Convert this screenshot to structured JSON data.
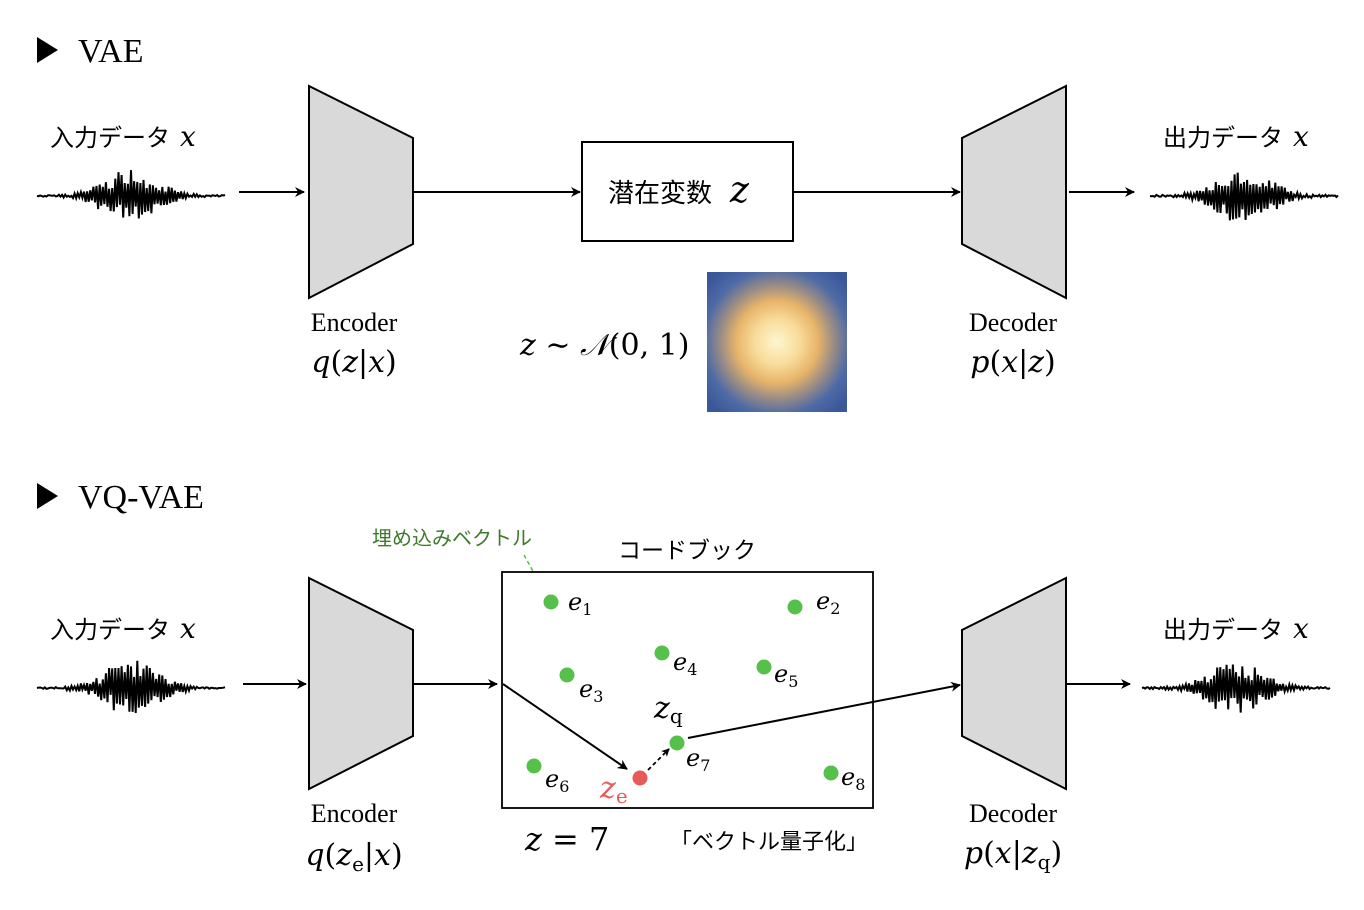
{
  "vae": {
    "title": "VAE",
    "input_label": "入力データ",
    "input_var": "x",
    "output_label": "出力データ",
    "output_var": "x",
    "latent_label": "潜在変数",
    "latent_var": "z",
    "encoder_label": "Encoder",
    "encoder_formula": {
      "fn": "q",
      "open": "(",
      "a": "z",
      "bar": "|",
      "b": "x",
      "close": ")"
    },
    "decoder_label": "Decoder",
    "decoder_formula": {
      "fn": "p",
      "open": "(",
      "a": "x",
      "bar": "|",
      "b": "z",
      "close": ")"
    },
    "prior": {
      "var": "z",
      "sim": " ∼ ",
      "dist": "𝒩",
      "args": "(0, 1)"
    }
  },
  "vqvae": {
    "title": "VQ-VAE",
    "input_label": "入力データ",
    "input_var": "x",
    "output_label": "出力データ",
    "output_var": "x",
    "embedding_label": "埋め込みベクトル",
    "codebook_label": "コードブック",
    "codebook": [
      {
        "name": "e",
        "sub": "1"
      },
      {
        "name": "e",
        "sub": "2"
      },
      {
        "name": "e",
        "sub": "3"
      },
      {
        "name": "e",
        "sub": "4"
      },
      {
        "name": "e",
        "sub": "5"
      },
      {
        "name": "e",
        "sub": "6"
      },
      {
        "name": "e",
        "sub": "7"
      },
      {
        "name": "e",
        "sub": "8"
      }
    ],
    "ze": {
      "name": "z",
      "sub": "e"
    },
    "zq": {
      "name": "z",
      "sub": "q"
    },
    "result": {
      "var": "z",
      "eq": " = ",
      "value": "7"
    },
    "quantization_label": "「ベクトル量子化」",
    "encoder_label": "Encoder",
    "encoder_formula": {
      "fn": "q",
      "open": "(",
      "a": "z",
      "a_sub": "e",
      "bar": "|",
      "b": "x",
      "close": ")"
    },
    "decoder_label": "Decoder",
    "decoder_formula": {
      "fn": "p",
      "open": "(",
      "a": "x",
      "bar": "|",
      "b": "z",
      "b_sub": "q",
      "close": ")"
    }
  },
  "colors": {
    "codebook_point": "#55c04a",
    "ze_point": "#e85a5a",
    "annotation": "#3d7a2a",
    "network_fill": "#d9d9d9"
  }
}
